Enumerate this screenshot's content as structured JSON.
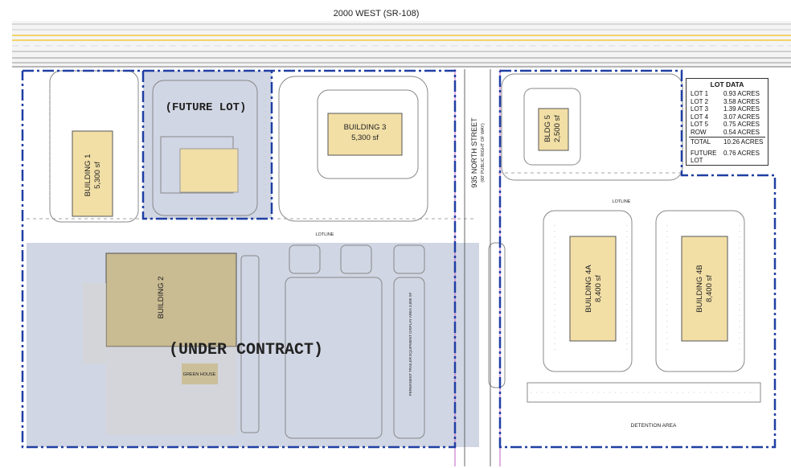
{
  "road": {
    "name": "2000 WEST (SR-108)"
  },
  "street": {
    "name": "935 NORTH STREET",
    "note": "(60' PUBLIC RIGHT OF WAY)"
  },
  "buildings": {
    "b1": {
      "name": "BUILDING 1",
      "area": "5,300 sf"
    },
    "b2": {
      "name": "BUILDING 2"
    },
    "b3": {
      "name": "BUILDING 3",
      "area": "5,300 sf"
    },
    "b4a": {
      "name": "BUILDING 4A",
      "area": "8,400 sf"
    },
    "b4b": {
      "name": "BUILDING 4B",
      "area": "8,400 sf"
    },
    "b5": {
      "name": "BLDG 5",
      "area": "2,500 sf"
    }
  },
  "overlays": {
    "future_lot": "(FUTURE LOT)",
    "under_contract": "(UNDER CONTRACT)"
  },
  "labels": {
    "lotline": "LOTLINE",
    "detention": "DETENTION AREA",
    "green_house": "GREEN HOUSE",
    "trailer_display": "PERMANENT TRAILER EQUIPMENT DISPLAY AREA 3,000 SF"
  },
  "lot_data": {
    "title": "LOT DATA",
    "rows": [
      {
        "lot": "LOT 1",
        "acres": "0.93 ACRES"
      },
      {
        "lot": "LOT 2",
        "acres": "3.58 ACRES"
      },
      {
        "lot": "LOT 3",
        "acres": "1.39 ACRES"
      },
      {
        "lot": "LOT 4",
        "acres": "3.07 ACRES"
      },
      {
        "lot": "LOT 5",
        "acres": "0.75 ACRES"
      },
      {
        "lot": "ROW",
        "acres": "0.54 ACRES"
      }
    ],
    "total": {
      "lot": "TOTAL",
      "acres": "10.26 ACRES"
    },
    "future": {
      "lot": "FUTURE LOT",
      "acres": "0.76 ACRES"
    }
  },
  "colors": {
    "building_fill": "#f2dfa6",
    "overlay_fill": "#c9cfdf",
    "boundary": "#1f3fa3",
    "road_yellow": "#f3d36a",
    "row_line": "#c060c0"
  }
}
